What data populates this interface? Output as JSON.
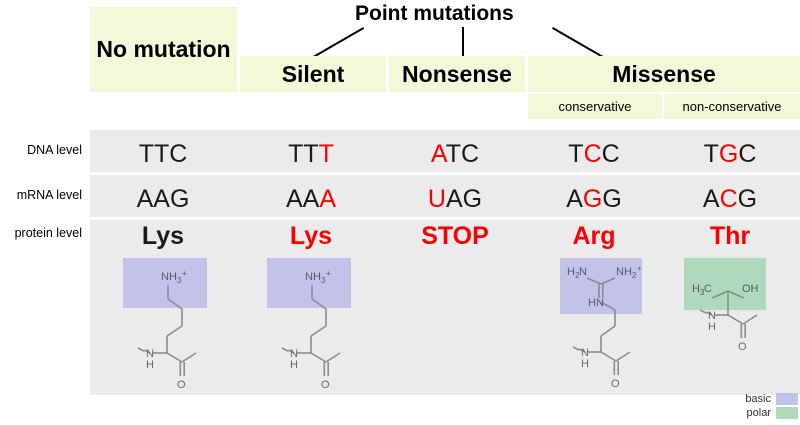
{
  "header": {
    "point_mutations_title": "Point mutations",
    "no_mutation": "No mutation",
    "silent": "Silent",
    "nonsense": "Nonsense",
    "missense": "Missense",
    "conservative": "conservative",
    "non_conservative": "non-conservative"
  },
  "row_labels": {
    "dna": "DNA level",
    "mrna": "mRNA level",
    "protein": "protein level"
  },
  "columns": [
    {
      "key": "no-mutation",
      "dna": [
        {
          "t": "TT",
          "m": false
        },
        {
          "t": "C",
          "m": false
        }
      ],
      "mrna": [
        {
          "t": "AA",
          "m": false
        },
        {
          "t": "G",
          "m": false
        }
      ],
      "protein": "Lys",
      "protein_mutated": false,
      "structure": "lysine",
      "highlight": "basic"
    },
    {
      "key": "silent",
      "dna": [
        {
          "t": "TT",
          "m": false
        },
        {
          "t": "T",
          "m": true
        }
      ],
      "mrna": [
        {
          "t": "AA",
          "m": false
        },
        {
          "t": "A",
          "m": true
        }
      ],
      "protein": "Lys",
      "protein_mutated": true,
      "structure": "lysine",
      "highlight": "basic"
    },
    {
      "key": "nonsense",
      "dna": [
        {
          "t": "A",
          "m": true
        },
        {
          "t": "TC",
          "m": false
        }
      ],
      "mrna": [
        {
          "t": "U",
          "m": true
        },
        {
          "t": "AG",
          "m": false
        }
      ],
      "protein": "STOP",
      "protein_mutated": true,
      "structure": "none",
      "highlight": "none"
    },
    {
      "key": "missense-conservative",
      "dna": [
        {
          "t": "T",
          "m": false
        },
        {
          "t": "C",
          "m": true
        },
        {
          "t": "C",
          "m": false
        }
      ],
      "mrna": [
        {
          "t": "A",
          "m": false
        },
        {
          "t": "G",
          "m": true
        },
        {
          "t": "G",
          "m": false
        }
      ],
      "protein": "Arg",
      "protein_mutated": true,
      "structure": "arginine",
      "highlight": "basic"
    },
    {
      "key": "missense-non-conservative",
      "dna": [
        {
          "t": "T",
          "m": false
        },
        {
          "t": "G",
          "m": true
        },
        {
          "t": "C",
          "m": false
        }
      ],
      "mrna": [
        {
          "t": "A",
          "m": false
        },
        {
          "t": "C",
          "m": true
        },
        {
          "t": "G",
          "m": false
        }
      ],
      "protein": "Thr",
      "protein_mutated": true,
      "structure": "threonine",
      "highlight": "polar"
    }
  ],
  "structure_labels": {
    "lysine_amine": "NH",
    "lysine_amine_sub": "3",
    "lysine_amine_sup": "+",
    "arginine_left": "H",
    "arginine_left_sub": "2",
    "arginine_left_n": "N",
    "arginine_right": "NH",
    "arginine_right_sub": "2",
    "arginine_right_sup": "+",
    "arginine_hn": "HN",
    "threonine_ch3": "H",
    "threonine_ch3_sub": "3",
    "threonine_ch3_c": "C",
    "threonine_oh": "OH",
    "backbone_n": "N",
    "backbone_h": "H",
    "backbone_o": "O"
  },
  "legend": [
    {
      "label": "basic",
      "color": "#c1c4e8"
    },
    {
      "label": "polar",
      "color": "#aed9bc"
    }
  ],
  "colors": {
    "mutation_red": "#fa0000",
    "header_yellow": "#f3f8d8",
    "row_grey": "#ebebeb",
    "basic_purple": "#c1c4e8",
    "polar_green": "#aed9bc",
    "bond_grey": "#8c8c8c"
  }
}
